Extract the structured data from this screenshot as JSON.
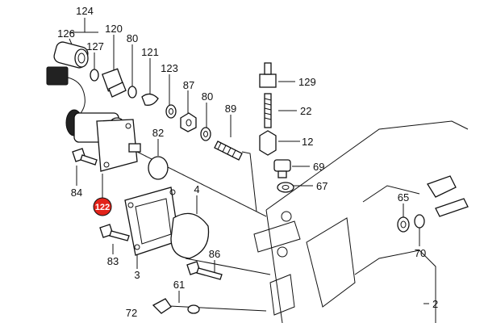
{
  "diagram": {
    "highlight_color": "#e2231a",
    "callouts": [
      {
        "id": "124",
        "label": "124"
      },
      {
        "id": "126",
        "label": "126"
      },
      {
        "id": "127",
        "label": "127"
      },
      {
        "id": "120",
        "label": "120"
      },
      {
        "id": "80a",
        "label": "80"
      },
      {
        "id": "121",
        "label": "121"
      },
      {
        "id": "123",
        "label": "123"
      },
      {
        "id": "87",
        "label": "87"
      },
      {
        "id": "80b",
        "label": "80"
      },
      {
        "id": "89",
        "label": "89"
      },
      {
        "id": "82",
        "label": "82"
      },
      {
        "id": "129",
        "label": "129"
      },
      {
        "id": "22",
        "label": "22"
      },
      {
        "id": "12",
        "label": "12"
      },
      {
        "id": "69",
        "label": "69"
      },
      {
        "id": "67",
        "label": "67"
      },
      {
        "id": "65",
        "label": "65"
      },
      {
        "id": "70",
        "label": "70"
      },
      {
        "id": "84",
        "label": "84"
      },
      {
        "id": "122",
        "label": "122",
        "highlighted": true
      },
      {
        "id": "4",
        "label": "4"
      },
      {
        "id": "83",
        "label": "83"
      },
      {
        "id": "3",
        "label": "3"
      },
      {
        "id": "86",
        "label": "86"
      },
      {
        "id": "61",
        "label": "61"
      },
      {
        "id": "72",
        "label": "72"
      },
      {
        "id": "2",
        "label": "2"
      }
    ]
  }
}
